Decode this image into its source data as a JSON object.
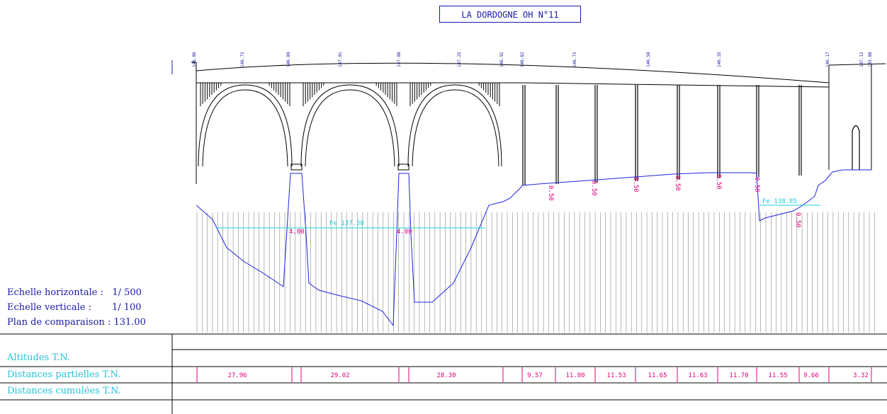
{
  "title": "LA DORDOGNE   OH N°11",
  "scales": [
    {
      "label": "Echelle horizontale :",
      "value": "1/ 500"
    },
    {
      "label": "Echelle verticale :",
      "value": "1/ 100"
    },
    {
      "label": "Plan de comparaison :",
      "value": "131.00"
    }
  ],
  "table_rows": {
    "altitudes": "Altitudes  T.N.",
    "partielles": "Distances  partielles  T.N.",
    "cumulees": "Distances  cumulées  T.N."
  },
  "water_levels": [
    {
      "label": "Fe  137.38"
    },
    {
      "label": "Fe  138.85"
    }
  ],
  "pier_depths": [
    "4.00",
    "4.00",
    "0.50",
    "0.50",
    "0.50",
    "0.50",
    "0.50",
    "0.50",
    "0.50"
  ],
  "partial_distances": [
    "27.96",
    "29.02",
    "28.30",
    "9.57",
    "11.80",
    "11.53",
    "11.65",
    "11.63",
    "11.70",
    "11.55",
    "9.66",
    "3.32"
  ],
  "deck_levels": [
    "146.86",
    "146.73",
    "146.89",
    "147.01",
    "147.08",
    "147.25",
    "146.92",
    "146.62",
    "146.73",
    "146.58",
    "146.35",
    "146.17",
    "145.88",
    "147.12"
  ],
  "colors": {
    "structure": "#000000",
    "terrain": "#2222dd",
    "water": "#18d0e0",
    "annotation": "#e0007a",
    "text": "#1a1aa8"
  }
}
